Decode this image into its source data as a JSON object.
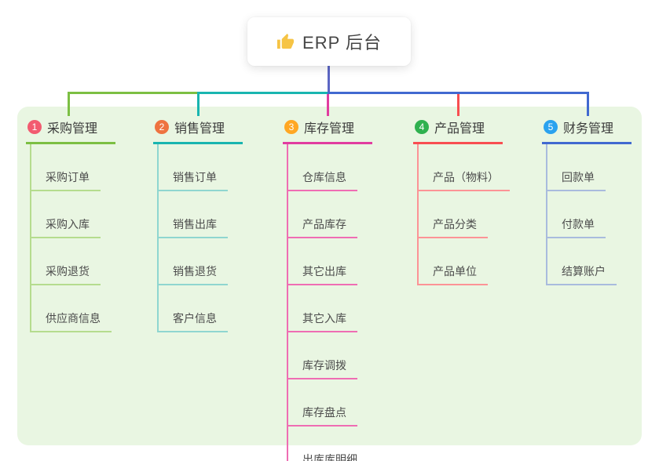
{
  "root": {
    "label": "ERP 后台",
    "icon": "thumbs-up-icon"
  },
  "palette": {
    "panel_bg": "#e9f6e2",
    "trunk_line": "#5c66c4",
    "root_bg": "#ffffff",
    "thumb_yellow": "#f6c445"
  },
  "branches": [
    {
      "badge": "1",
      "title": "采购管理",
      "badge_color": "#f25b70",
      "line_color": "#7cbf43",
      "child_line_color": "#b5dc8e",
      "children": [
        "采购订单",
        "采购入库",
        "采购退货",
        "供应商信息"
      ]
    },
    {
      "badge": "2",
      "title": "销售管理",
      "badge_color": "#ee7340",
      "line_color": "#19b5b0",
      "child_line_color": "#8fd6d0",
      "children": [
        "销售订单",
        "销售出库",
        "销售退货",
        "客户信息"
      ]
    },
    {
      "badge": "3",
      "title": "库存管理",
      "badge_color": "#ffa723",
      "line_color": "#e13da0",
      "child_line_color": "#ef6db3",
      "children": [
        "仓库信息",
        "产品库存",
        "其它出库",
        "其它入库",
        "库存调拨",
        "库存盘点",
        "出库库明细"
      ]
    },
    {
      "badge": "4",
      "title": "产品管理",
      "badge_color": "#2fb14f",
      "line_color": "#f84e51",
      "child_line_color": "#fc9396",
      "children": [
        "产品（物料）",
        "产品分类",
        "产品单位"
      ]
    },
    {
      "badge": "5",
      "title": "财务管理",
      "badge_color": "#2aa2ef",
      "line_color": "#4169d0",
      "child_line_color": "#a9bbdd",
      "children": [
        "回款单",
        "付款单",
        "结算账户"
      ]
    }
  ]
}
